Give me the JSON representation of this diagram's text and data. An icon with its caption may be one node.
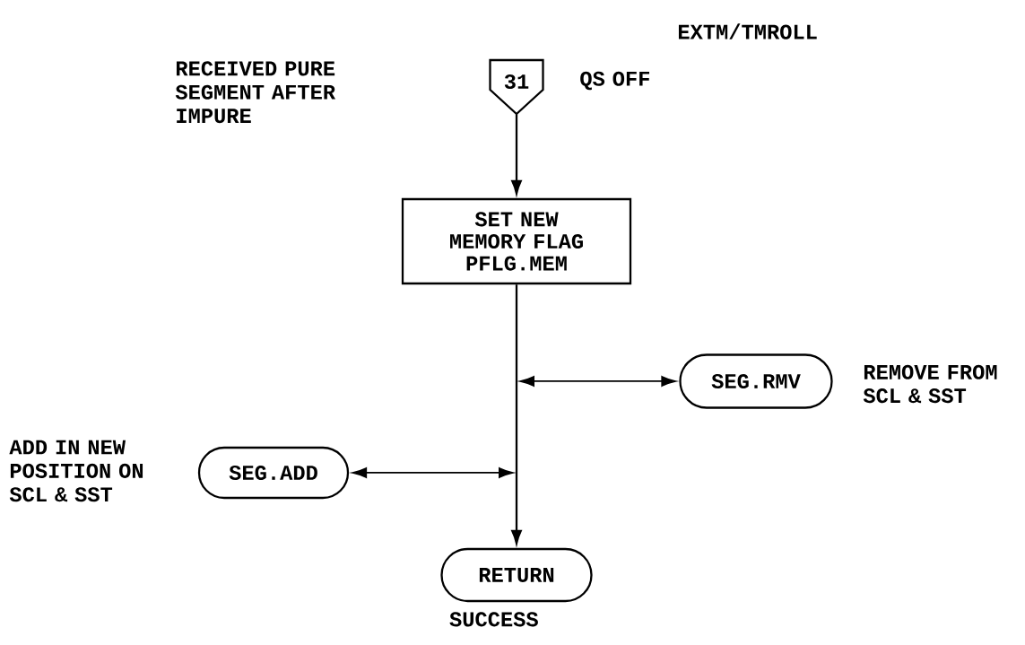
{
  "diagram": {
    "title": "EXTM/TMROLL",
    "nodes": [
      {
        "text": [
          "31"
        ],
        "beside": [
          "QS OFF"
        ]
      },
      {
        "text": [
          "SET NEW MEMORY FLAG PFLG.MEM"
        ]
      },
      {
        "text": [
          "SEG.RMV"
        ],
        "beside": [
          "REMOVE FROM SCL & SST"
        ]
      },
      {
        "text": [
          "SEG.ADD"
        ],
        "beside": [
          "ADD IN NEW POSITION ON SCL & SST"
        ]
      },
      {
        "text": [
          "RETURN"
        ],
        "beside": [
          "SUCCESS"
        ]
      }
    ],
    "edges": [
      {
        "from": 0,
        "to": 1,
        "arrow": "to"
      },
      {
        "from": 1,
        "to": 4,
        "arrow": "to"
      },
      {
        "from": null,
        "to": 2,
        "arrow": "both"
      },
      {
        "from": null,
        "to": 3,
        "arrow": "both"
      }
    ],
    "labels": [
      "RECEIVED PURE SEGMENT AFTER IMPURE"
    ]
  }
}
